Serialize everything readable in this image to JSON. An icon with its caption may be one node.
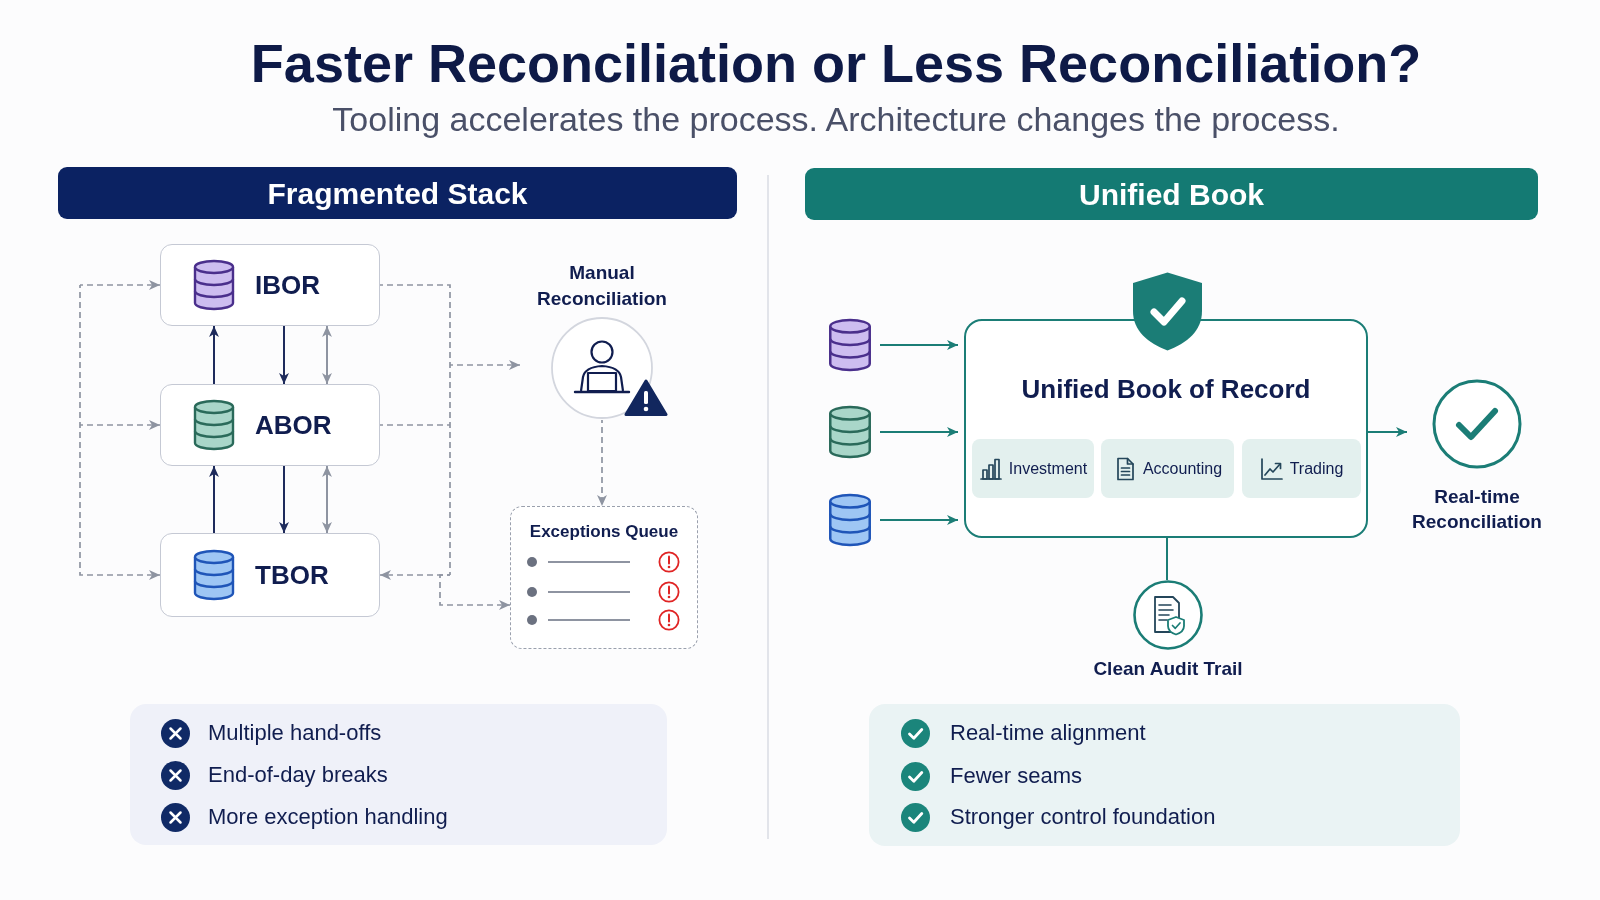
{
  "diagram": {
    "title": "Faster Reconciliation or Less Reconciliation?",
    "nodes": [
      {
        "text": [
          "Fragmented Stack"
        ]
      },
      {
        "text": [
          "IBOR"
        ]
      },
      {
        "text": [
          "Manual Reconciliation"
        ]
      },
      {
        "text": [
          "ABOR"
        ]
      },
      {
        "text": [
          "TBOR"
        ]
      },
      {
        "text": [
          "Exceptions Queue"
        ]
      },
      {
        "text": [
          "Multiple hand-offs",
          "End-of-day breaks",
          "More exception handling"
        ]
      },
      {
        "text": [
          "Unified Book"
        ]
      },
      {
        "text": [],
        "shape": "cylinder"
      },
      {
        "text": [],
        "shape": "cylinder"
      },
      {
        "text": [],
        "shape": "cylinder"
      },
      {
        "text": [
          "Unified Book of Record"
        ]
      },
      {
        "text": [
          "Investment"
        ],
        "in": 11
      },
      {
        "text": [
          "Accounting"
        ],
        "in": 11
      },
      {
        "text": [
          "Trading"
        ],
        "in": 11
      },
      {
        "text": [
          "Real-time Reconciliation"
        ]
      },
      {
        "text": [
          "Clean Audit Trail"
        ]
      },
      {
        "text": [
          "Real-time alignment",
          "Fewer seams",
          "Stronger control foundation"
        ]
      }
    ],
    "edges": [
      {
        "from": 3,
        "to": 1,
        "arrow": "to",
        "color": "#1e2b5c"
      },
      {
        "from": 1,
        "to": 3,
        "arrow": "to",
        "color": "#1e2b5c"
      },
      {
        "from": 1,
        "to": 3,
        "arrow": "both"
      },
      {
        "from": 4,
        "to": 3,
        "arrow": "to",
        "color": "#1e2b5c"
      },
      {
        "from": 3,
        "to": 4,
        "arrow": "to",
        "color": "#1e2b5c"
      },
      {
        "from": 3,
        "to": 4,
        "arrow": "both"
      },
      {
        "from": null,
        "to": 1,
        "arrow": "to",
        "style": "dashed"
      },
      {
        "from": null,
        "to": 3,
        "arrow": "to",
        "style": "dashed"
      },
      {
        "from": null,
        "to": 4,
        "arrow": "to",
        "style": "dashed"
      },
      {
        "from": 1,
        "to": 2,
        "arrow": "to",
        "style": "dashed"
      },
      {
        "from": 3,
        "to": 2,
        "arrow": "to",
        "style": "dashed"
      },
      {
        "from": 1,
        "to": 4,
        "arrow": "to",
        "style": "dashed"
      },
      {
        "from": 3,
        "to": 4,
        "arrow": "to",
        "style": "dashed"
      },
      {
        "from": 1,
        "to": 5,
        "arrow": "to",
        "style": "dashed"
      },
      {
        "from": 3,
        "to": 5,
        "arrow": "to",
        "style": "dashed"
      },
      {
        "from": 2,
        "to": 5,
        "arrow": "to",
        "style": "dashed"
      },
      {
        "from": 8,
        "to": 11,
        "arrow": "to",
        "color": "#1b7d76"
      },
      {
        "from": 9,
        "to": 11,
        "arrow": "to",
        "color": "#1b7d76"
      },
      {
        "from": 10,
        "to": 11,
        "arrow": "to",
        "color": "#1b7d76"
      },
      {
        "from": 11,
        "to": 15,
        "arrow": "to",
        "color": "#1b7d76"
      },
      {
        "from": 11,
        "to": 16,
        "arrow": "none",
        "color": "#1b7d76"
      }
    ],
    "labels": [
      "Tooling accelerates the process. Architecture changes the process."
    ]
  }
}
